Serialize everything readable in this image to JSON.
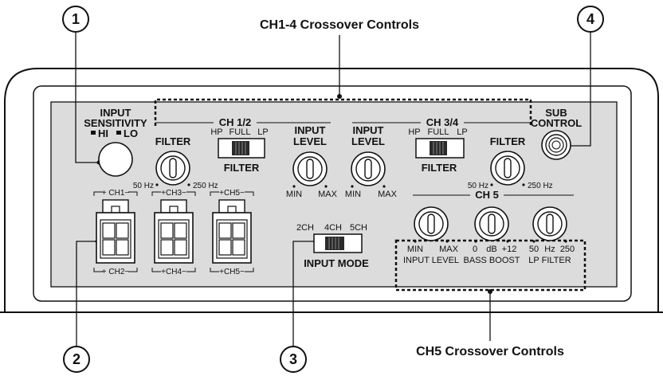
{
  "callouts": {
    "top_title": "CH1-4 Crossover Controls",
    "bottom_title": "CH5 Crossover Controls",
    "numbers": [
      "1",
      "2",
      "3",
      "4"
    ]
  },
  "panel": {
    "input_sensitivity": {
      "title_line1": "INPUT",
      "title_line2": "SENSITIVITY",
      "hi": "HI",
      "lo": "LO"
    },
    "ch12": {
      "header": "CH 1/2",
      "filter_knob_label": "FILTER",
      "filter_min": "50 Hz",
      "filter_max": "250 Hz",
      "switch_hp": "HP",
      "switch_full": "FULL",
      "switch_lp": "LP",
      "switch_label": "FILTER",
      "level_line1": "INPUT",
      "level_line2": "LEVEL",
      "level_min": "MIN",
      "level_max": "MAX"
    },
    "ch34": {
      "header": "CH 3/4",
      "level_line1": "INPUT",
      "level_line2": "LEVEL",
      "level_min": "MIN",
      "level_max": "MAX",
      "switch_hp": "HP",
      "switch_full": "FULL",
      "switch_lp": "LP",
      "switch_label": "FILTER",
      "filter_knob_label": "FILTER",
      "filter_min": "50 Hz",
      "filter_max": "250 Hz"
    },
    "sub": {
      "line1": "SUB",
      "line2": "CONTROL"
    },
    "connectors": {
      "ch1": "+ CH1−",
      "ch2": "+ CH2−",
      "ch3": "+CH3−",
      "ch4": "+CH4−",
      "ch5_top": "+CH5−",
      "ch5_bottom": "+CH5−"
    },
    "input_mode": {
      "opt1": "2CH",
      "opt2": "4CH",
      "opt3": "5CH",
      "label": "INPUT MODE"
    },
    "ch5": {
      "header": "CH 5",
      "level_min": "MIN",
      "level_max": "MAX",
      "level_label": "INPUT LEVEL",
      "bass_min": "0",
      "bass_unit": "dB",
      "bass_max": "+12",
      "bass_label": "BASS BOOST",
      "lp_min": "50",
      "lp_unit": "Hz",
      "lp_max": "250",
      "lp_label": "LP FILTER"
    }
  }
}
